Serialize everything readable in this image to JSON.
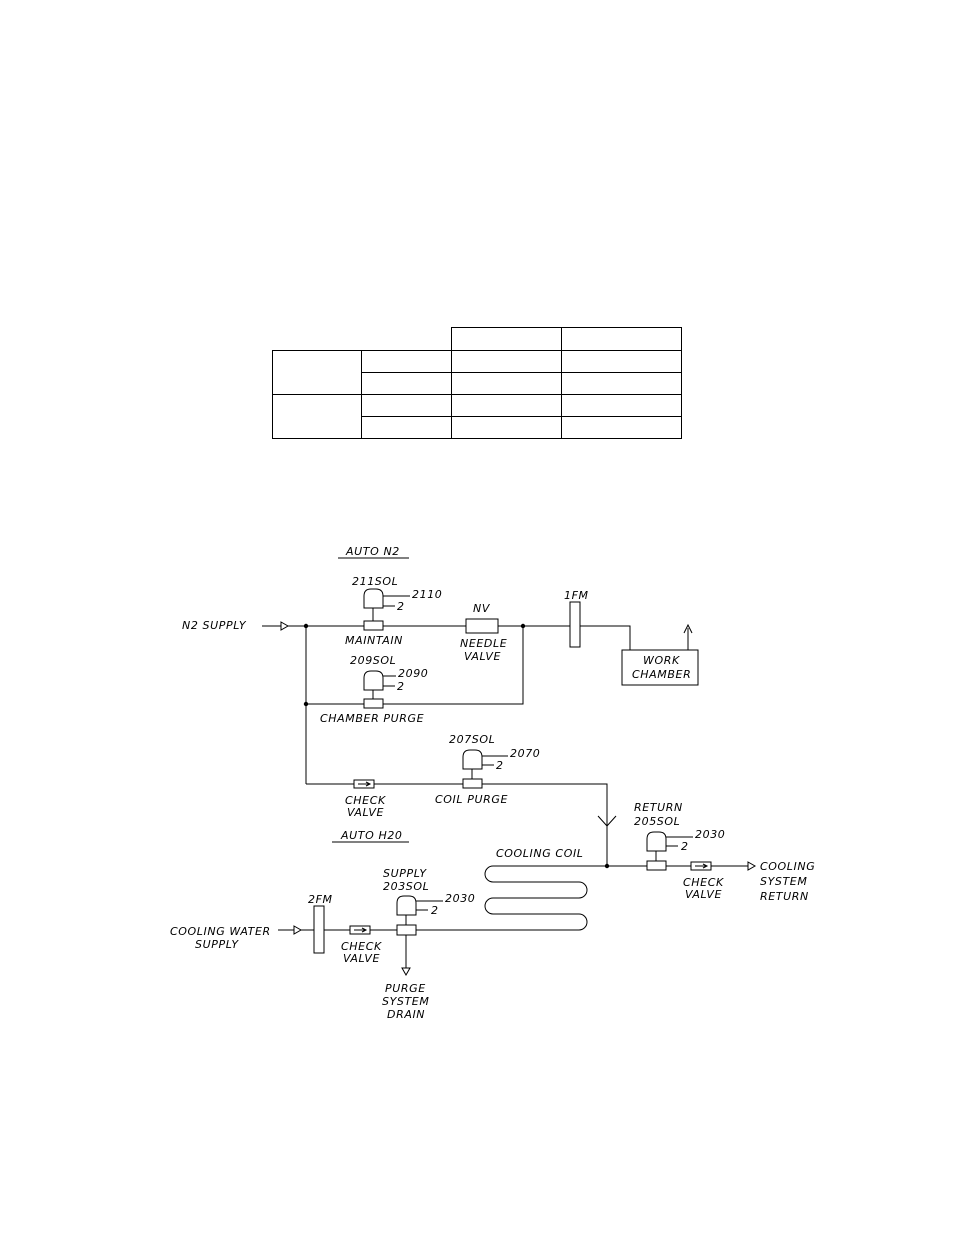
{
  "table": {
    "rows": 5,
    "cols": 4,
    "cells": [
      [
        "",
        "",
        "",
        ""
      ],
      [
        "",
        "",
        "",
        ""
      ],
      [
        "",
        "",
        "",
        ""
      ],
      [
        "",
        "",
        "",
        ""
      ],
      [
        "",
        "",
        "",
        ""
      ]
    ]
  },
  "diagram": {
    "section_n2": "AUTO N2",
    "section_h2o": "AUTO H20",
    "n2_supply": "N2 SUPPLY",
    "sol_211": "211SOL",
    "wire_2110": "2110",
    "wire_2_a": "2",
    "maintain": "MAINTAIN",
    "nv": "NV",
    "needle_1": "NEEDLE",
    "needle_2": "VALVE",
    "fm1": "1FM",
    "work_1": "WORK",
    "work_2": "CHAMBER",
    "sol_209": "209SOL",
    "wire_2090": "2090",
    "wire_2_b": "2",
    "chamber_purge": "CHAMBER PURGE",
    "sol_207": "207SOL",
    "wire_2070": "2070",
    "wire_2_c": "2",
    "check_1a": "CHECK",
    "check_1b": "VALVE",
    "coil_purge": "COIL PURGE",
    "return_lbl": "RETURN",
    "sol_205": "205SOL",
    "wire_2030_a": "2030",
    "wire_2_d": "2",
    "cooling_coil": "COOLING COIL",
    "check_2a": "CHECK",
    "check_2b": "VALVE",
    "cs_1": "COOLING",
    "cs_2": "SYSTEM",
    "cs_3": "RETURN",
    "supply_lbl": "SUPPLY",
    "sol_203": "203SOL",
    "wire_2030_b": "2030",
    "wire_2_e": "2",
    "fm2": "2FM",
    "cws_1": "COOLING WATER",
    "cws_2": "SUPPLY",
    "check_3a": "CHECK",
    "check_3b": "VALVE",
    "purge_1": "PURGE",
    "purge_2": "SYSTEM",
    "purge_3": "DRAIN"
  }
}
